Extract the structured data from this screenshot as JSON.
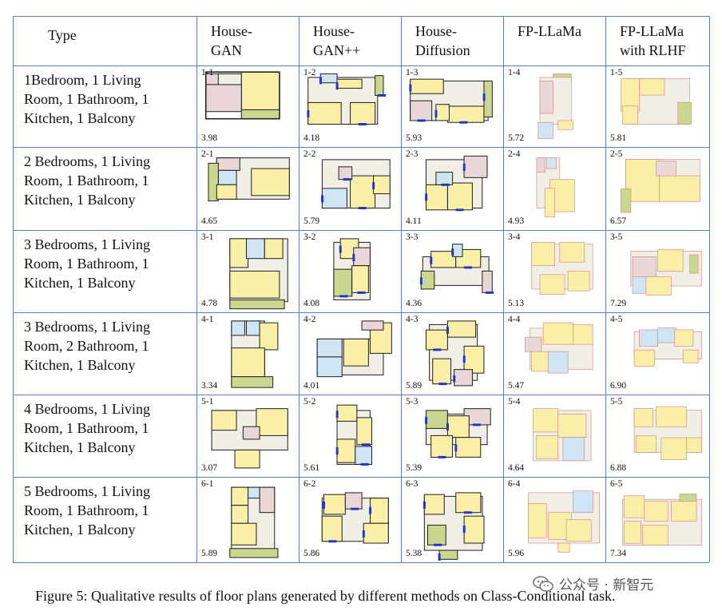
{
  "table": {
    "headers": [
      {
        "lines": [
          "Type"
        ]
      },
      {
        "lines": [
          "House-",
          "GAN"
        ]
      },
      {
        "lines": [
          "House-",
          "GAN++"
        ]
      },
      {
        "lines": [
          "House-",
          "Diffusion"
        ]
      },
      {
        "lines": [
          "FP-LLaMa"
        ]
      },
      {
        "lines": [
          "FP-LLaMa",
          "with RLHF"
        ]
      }
    ],
    "rows": [
      {
        "type_lines": [
          "1Bedroom, 1 Living",
          "Room, 1 Bathroom, 1",
          "Kitchen, 1 Balcony"
        ],
        "cells": [
          {
            "id": "1-1",
            "score": "3.98"
          },
          {
            "id": "1-2",
            "score": "4.18"
          },
          {
            "id": "1-3",
            "score": "5.93"
          },
          {
            "id": "1-4",
            "score": "5.72"
          },
          {
            "id": "1-5",
            "score": "5.81"
          }
        ]
      },
      {
        "type_lines": [
          "2 Bedrooms, 1 Living",
          "Room, 1 Bathroom, 1",
          "Kitchen,  1 Balcony"
        ],
        "cells": [
          {
            "id": "2-1",
            "score": "4.65"
          },
          {
            "id": "2-2",
            "score": "5.79"
          },
          {
            "id": "2-3",
            "score": "4.11"
          },
          {
            "id": "2-4",
            "score": "4.93"
          },
          {
            "id": "2-5",
            "score": "6.57"
          }
        ]
      },
      {
        "type_lines": [
          "3 Bedrooms, 1 Living",
          "Room, 1 Bathroom, 1",
          "Kitchen, 1 Balcony"
        ],
        "cells": [
          {
            "id": "3-1",
            "score": "4.78"
          },
          {
            "id": "3-2",
            "score": "4.08"
          },
          {
            "id": "3-3",
            "score": "4.36"
          },
          {
            "id": "3-4",
            "score": "5.13"
          },
          {
            "id": "3-5",
            "score": "7.29"
          }
        ]
      },
      {
        "type_lines": [
          "3 Bedrooms, 1 Living",
          "Room, 2 Bathroom, 1",
          "Kitchen,  1 Balcony"
        ],
        "cells": [
          {
            "id": "4-1",
            "score": "3.34"
          },
          {
            "id": "4-2",
            "score": "4.01"
          },
          {
            "id": "4-3",
            "score": "5.89"
          },
          {
            "id": "4-4",
            "score": "5.47"
          },
          {
            "id": "4-5",
            "score": "6.90"
          }
        ]
      },
      {
        "type_lines": [
          "4 Bedrooms, 1 Living",
          "Room, 1 Bathroom, 1",
          "Kitchen, 1 Balcony"
        ],
        "cells": [
          {
            "id": "5-1",
            "score": "3.07"
          },
          {
            "id": "5-2",
            "score": "5.61"
          },
          {
            "id": "5-3",
            "score": "5.39"
          },
          {
            "id": "5-4",
            "score": "4.64"
          },
          {
            "id": "5-5",
            "score": "6.88"
          }
        ]
      },
      {
        "type_lines": [
          "5 Bedrooms, 1 Living",
          "Room, 1 Bathroom, 1",
          "Kitchen, 1 Balcony"
        ],
        "cells": [
          {
            "id": "6-1",
            "score": "5.89"
          },
          {
            "id": "6-2",
            "score": "5.86"
          },
          {
            "id": "6-3",
            "score": "5.38"
          },
          {
            "id": "6-4",
            "score": "5.96"
          },
          {
            "id": "6-5",
            "score": "7.34"
          }
        ]
      }
    ]
  },
  "caption": "Figure 5: Qualitative results of floor plans generated by different methods on Class-Conditional task.",
  "watermark": "公众号 · 新智元",
  "colors": {
    "grid": "#5b7fc4",
    "living": "#f1eee6",
    "bedroom": "#f9efa6",
    "bathroom": "#cfe5f3",
    "kitchen": "#e9d6d6",
    "balcony": "#c9d78f",
    "door": "#2233cc"
  }
}
